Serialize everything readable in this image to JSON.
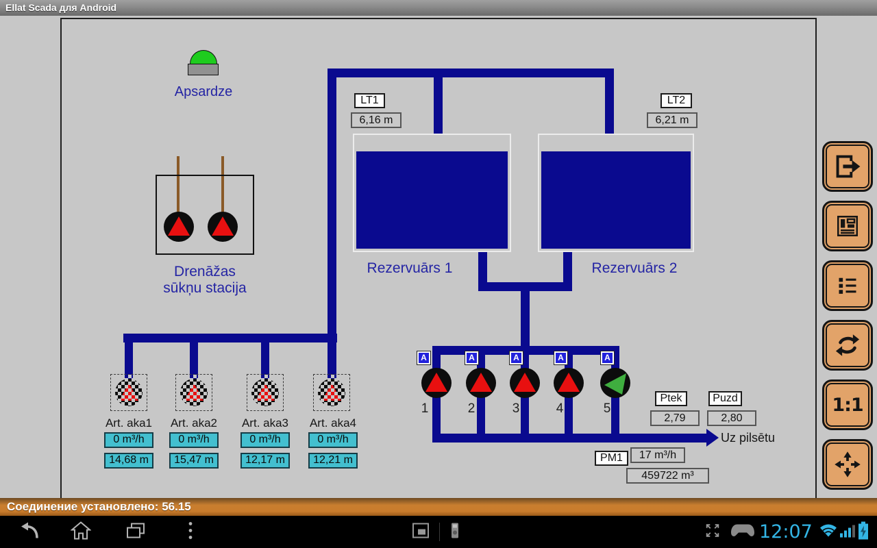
{
  "titlebar": {
    "title": "Ellat Scada для Android"
  },
  "scada": {
    "security": {
      "label": "Apsardze"
    },
    "drainage": {
      "line1": "Drenāžas",
      "line2": "sūkņu stacija"
    },
    "reservoirs": [
      {
        "sensor": "LT1",
        "level": "6,16 m",
        "label": "Rezervuārs 1"
      },
      {
        "sensor": "LT2",
        "level": "6,21 m",
        "label": "Rezervuārs 2"
      }
    ],
    "wells": [
      {
        "name": "Art. aka1",
        "flow": "0 m³/h",
        "level": "14,68 m"
      },
      {
        "name": "Art. aka2",
        "flow": "0 m³/h",
        "level": "15,47 m"
      },
      {
        "name": "Art. aka3",
        "flow": "0 m³/h",
        "level": "12,17 m"
      },
      {
        "name": "Art. aka4",
        "flow": "0 m³/h",
        "level": "12,21 m"
      }
    ],
    "pumps": [
      {
        "number": "1",
        "mode": "A",
        "state": "red"
      },
      {
        "number": "2",
        "mode": "A",
        "state": "red"
      },
      {
        "number": "3",
        "mode": "A",
        "state": "red"
      },
      {
        "number": "4",
        "mode": "A",
        "state": "red"
      },
      {
        "number": "5",
        "mode": "A",
        "state": "green"
      }
    ],
    "pressures": [
      {
        "label": "Ptek",
        "value": "2,79"
      },
      {
        "label": "Puzd",
        "value": "2,80"
      }
    ],
    "flowmeter": {
      "label": "PM1",
      "flow": "17 m³/h",
      "total": "459722 m³"
    },
    "output": {
      "label": "Uz pilsētu"
    }
  },
  "sidebar": {
    "buttons": [
      {
        "icon": "exit"
      },
      {
        "icon": "report"
      },
      {
        "icon": "list"
      },
      {
        "icon": "refresh"
      },
      {
        "icon": "one-to-one",
        "label": "1:1"
      },
      {
        "icon": "pan"
      }
    ]
  },
  "statusbar": {
    "text": "Соединение установлено: 56.15"
  },
  "navbar": {
    "time": "12:07"
  },
  "colors": {
    "pipe_navy": "#0a0a8f",
    "label_blue": "#2424a4",
    "cyan_value_box": "#43bfcf",
    "toolbar_button_tan": "#e2a369",
    "status_orange": "#c97e2f",
    "holo_blue": "#33b5e5",
    "pump_red": "#e81010",
    "pump_green": "#3fae3f",
    "security_green": "#1ecc1e"
  }
}
